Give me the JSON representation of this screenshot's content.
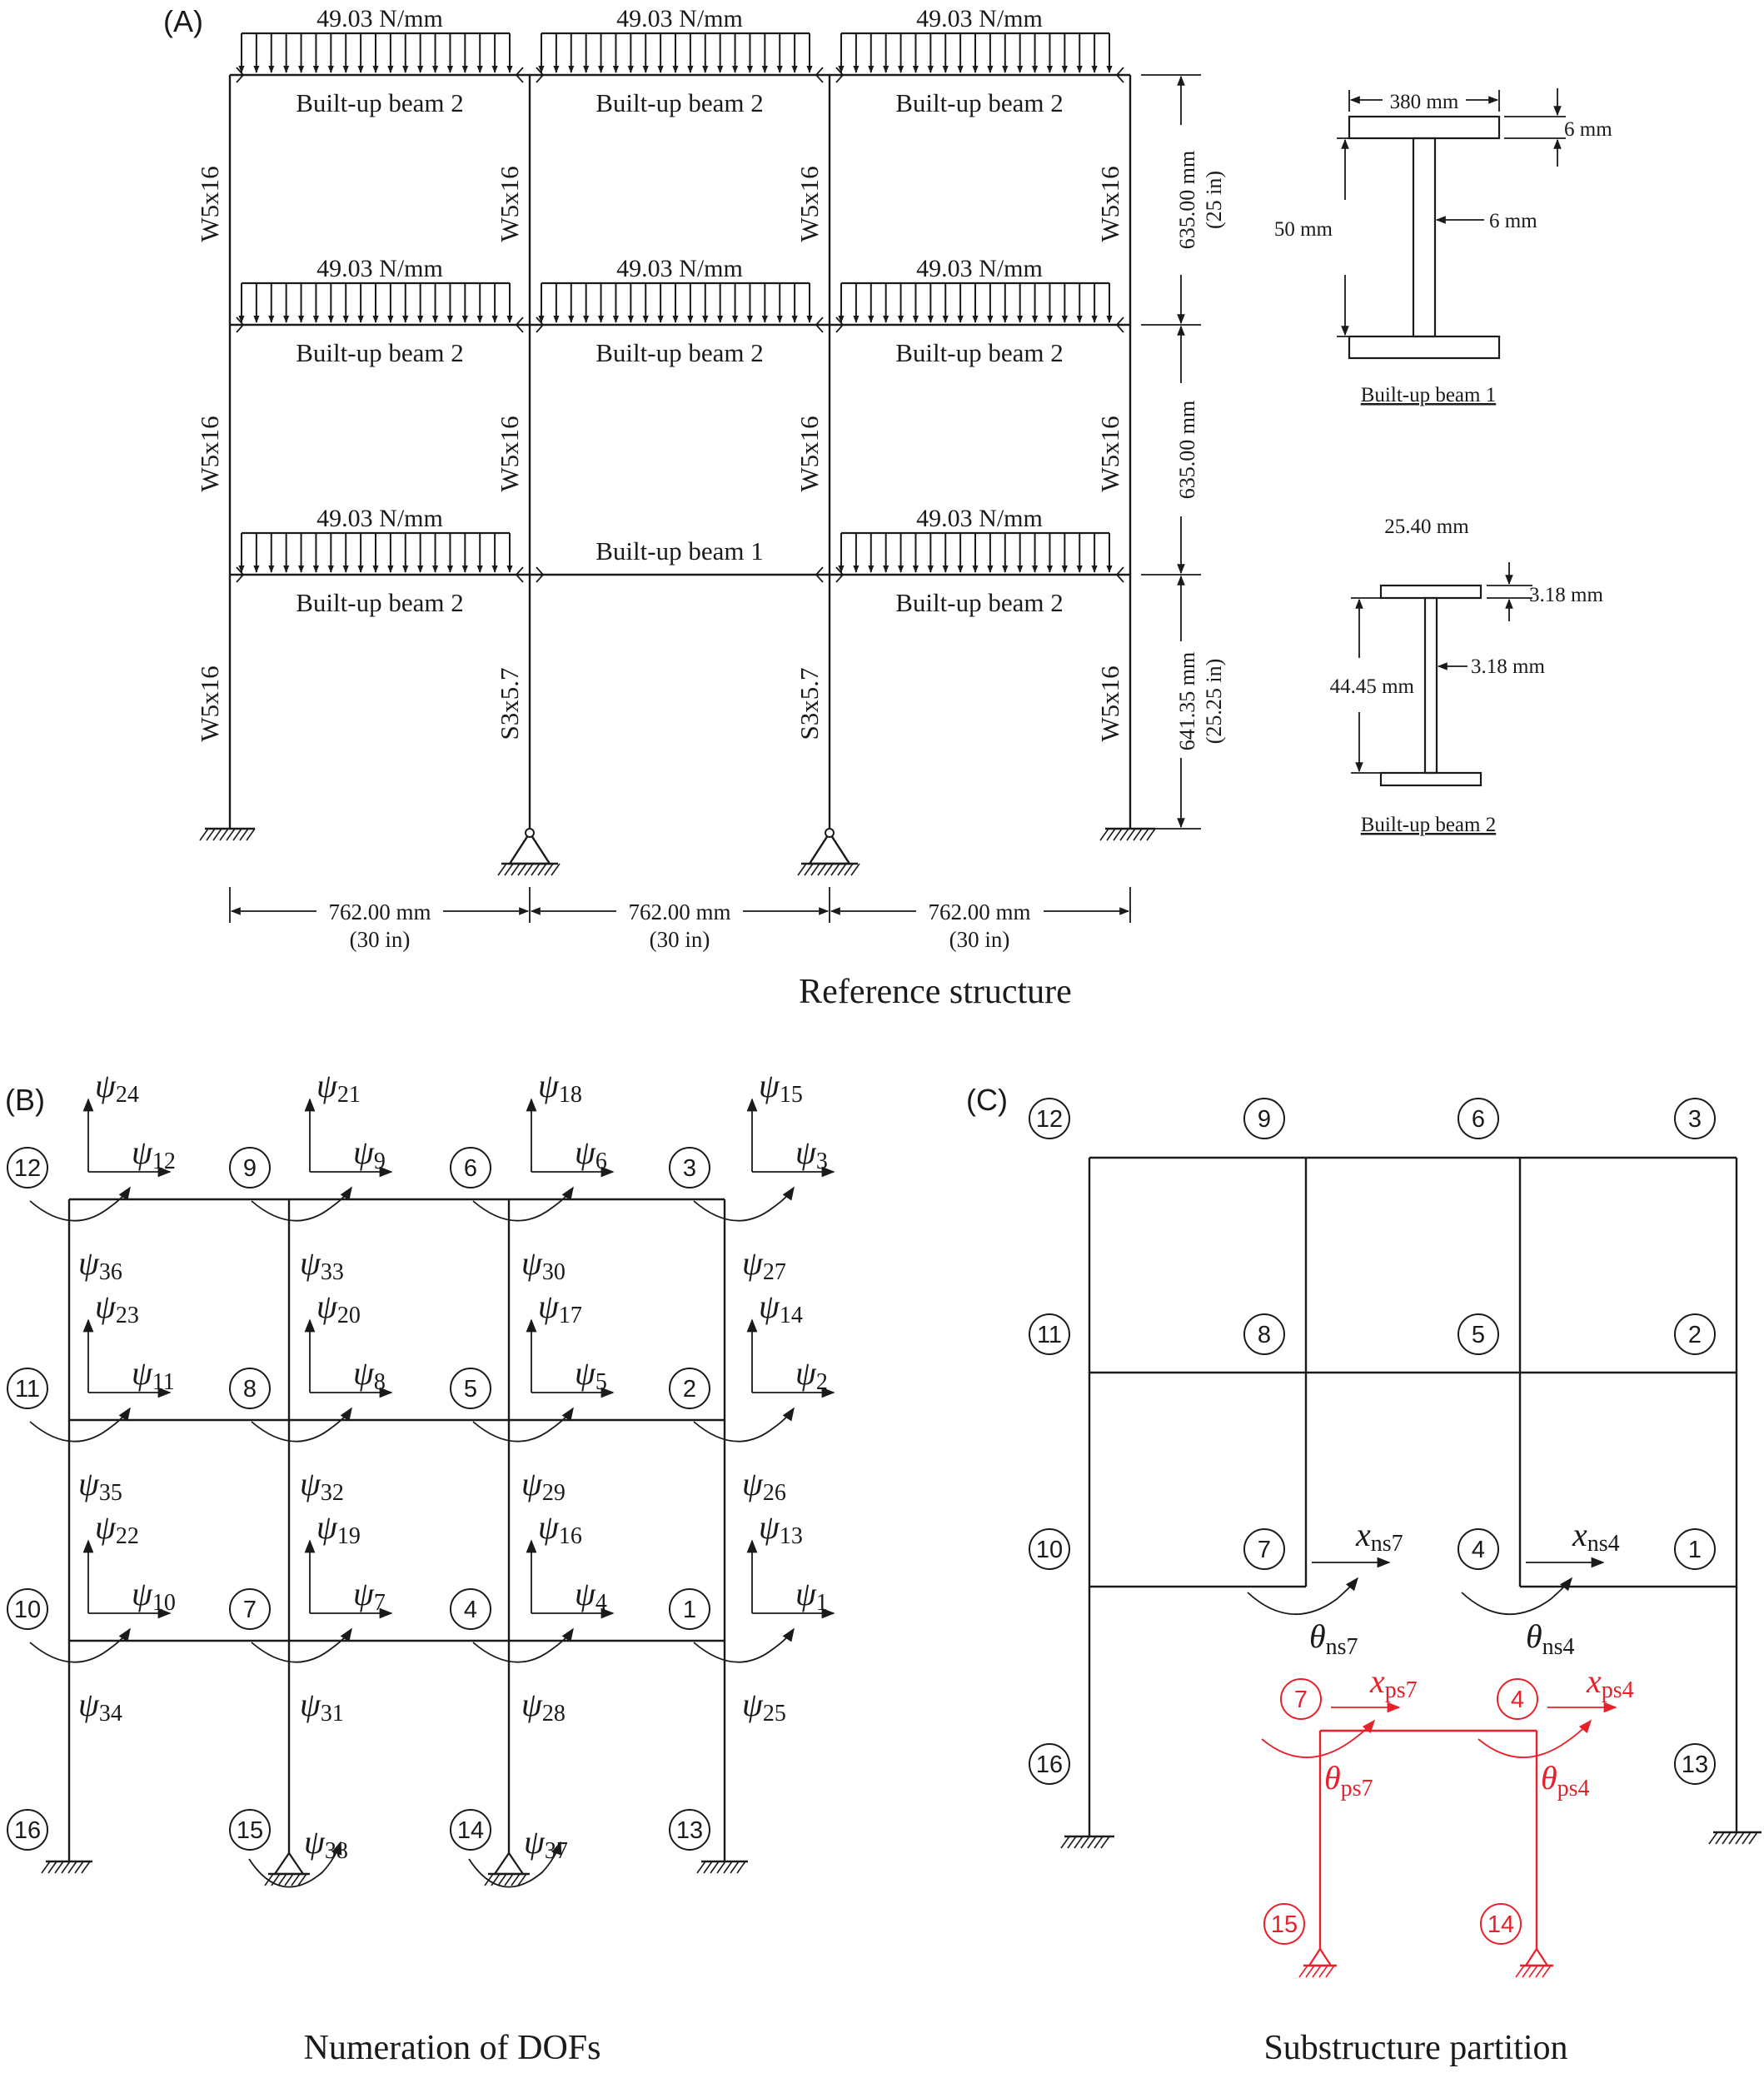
{
  "panels": {
    "a": {
      "label": "(A)",
      "caption": "Reference structure",
      "load": "49.03 N/mm",
      "beam_top": "Built-up beam 2",
      "beam_mid_center": "Built-up beam 1",
      "col_w": "W5x16",
      "col_s": "S3x5.7",
      "span": "762.00 mm",
      "span_in": "(30 in)",
      "story_top": "635.00 mm",
      "story_top_in": "(25 in)",
      "story_mid": "635.00 mm",
      "story_bot": "641.35 mm",
      "story_bot_in": "(25.25 in)",
      "sec1": {
        "title": "Built-up beam 1",
        "width": "380 mm",
        "flange": "6 mm",
        "depth": "50 mm",
        "web": "6 mm"
      },
      "sec2": {
        "title": "Built-up beam 2",
        "width": "25.40 mm",
        "flange": "3.18 mm",
        "depth": "44.45 mm",
        "web": "3.18 mm"
      }
    },
    "b": {
      "label": "(B)",
      "caption": "Numeration of DOFs",
      "psi": "ψ",
      "nodes": [
        "1",
        "2",
        "3",
        "4",
        "5",
        "6",
        "7",
        "8",
        "9",
        "10",
        "11",
        "12",
        "13",
        "14",
        "15",
        "16"
      ],
      "dofs": [
        "1",
        "2",
        "3",
        "4",
        "5",
        "6",
        "7",
        "8",
        "9",
        "10",
        "11",
        "12",
        "13",
        "14",
        "15",
        "16",
        "17",
        "18",
        "19",
        "20",
        "21",
        "22",
        "23",
        "24",
        "25",
        "26",
        "27",
        "28",
        "29",
        "30",
        "31",
        "32",
        "33",
        "34",
        "35",
        "36",
        "37",
        "38"
      ]
    },
    "c": {
      "label": "(C)",
      "caption": "Substructure partition",
      "x": "x",
      "theta": "θ",
      "sub_ns7": "ns7",
      "sub_ns4": "ns4",
      "sub_ps7": "ps7",
      "sub_ps4": "ps4",
      "red_nodes": [
        "7",
        "4",
        "15",
        "14"
      ]
    }
  }
}
